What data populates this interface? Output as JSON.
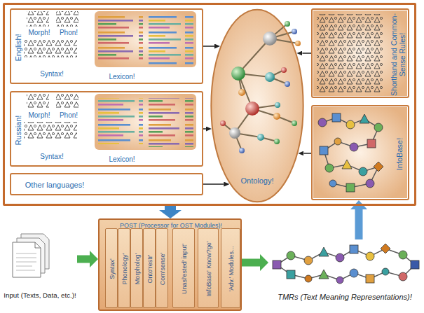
{
  "diagram": {
    "nodes": [
      {
        "text": []
      },
      {
        "text": [
          "English!",
          "Morph!",
          "Phon!",
          "Syntax!",
          "Lexicon!"
        ],
        "in": 0
      },
      {
        "text": [
          "Russian!",
          "Morph!",
          "Phon!",
          "Syntax!",
          "Lexicon!"
        ],
        "in": 0
      },
      {
        "text": [
          "Other languages!"
        ],
        "in": 0
      },
      {
        "text": [
          "Ontology!"
        ],
        "in": 0
      },
      {
        "text": [
          "Shorthand and Common-Sense Rules!"
        ],
        "in": 0
      },
      {
        "text": [
          "InfoBase!"
        ],
        "in": 0
      },
      {
        "text": [
          "Input (Texts, Data, etc.)!"
        ]
      },
      {
        "text": [
          "POST (Processor for OST Modules)!"
        ]
      },
      {
        "text": [
          "Syntax'"
        ],
        "in": 8
      },
      {
        "text": [
          "Phonology'"
        ],
        "in": 8
      },
      {
        "text": [
          "Morpholog'"
        ],
        "in": 8
      },
      {
        "text": [
          "Onto'restr'"
        ],
        "in": 8
      },
      {
        "text": [
          "Com'sense'"
        ],
        "in": 8
      },
      {
        "text": [
          "Unasl'ested' input'"
        ],
        "in": 8
      },
      {
        "text": [
          "InfoBase' Know?ge'"
        ],
        "in": 8
      },
      {
        "text": [
          "'Adv.' Modules..."
        ],
        "in": 8
      },
      {
        "text": [
          "TMRs (Text Meaning Representations)!"
        ]
      }
    ],
    "edges": [
      {
        "from": 1,
        "to": 4,
        "arrow": "to"
      },
      {
        "from": 2,
        "to": 4,
        "arrow": "to"
      },
      {
        "from": 3,
        "to": 4,
        "arrow": "to"
      },
      {
        "from": 5,
        "to": 4,
        "arrow": "to"
      },
      {
        "from": 6,
        "to": 4,
        "arrow": "to"
      },
      {
        "from": 0,
        "to": 8,
        "arrow": "to"
      },
      {
        "from": 7,
        "to": 8,
        "arrow": "to"
      },
      {
        "from": 8,
        "to": 17,
        "arrow": "to"
      },
      {
        "from": 17,
        "to": 6,
        "arrow": "to"
      }
    ]
  }
}
